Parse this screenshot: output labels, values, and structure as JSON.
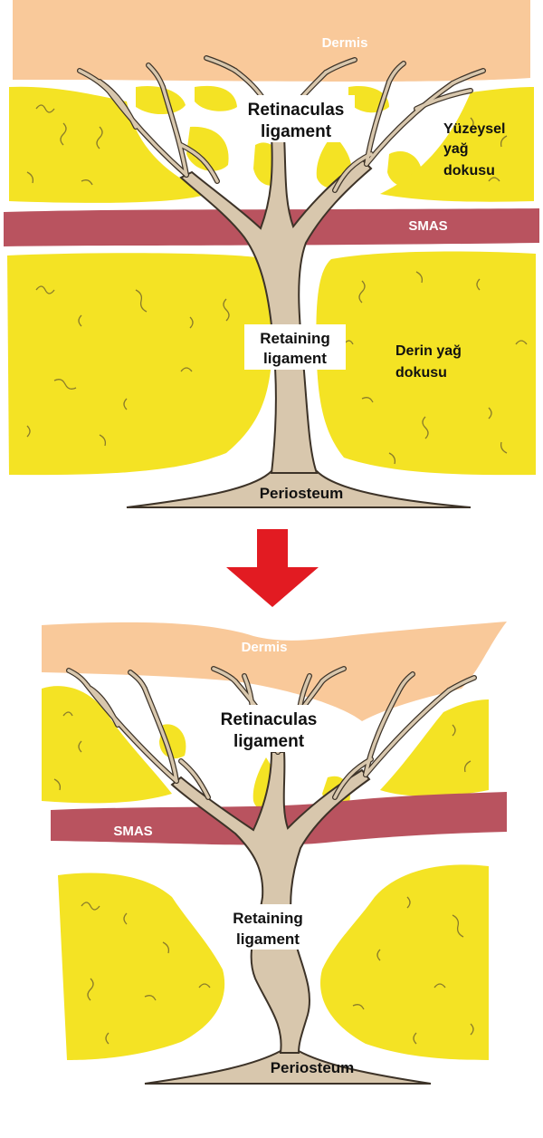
{
  "panels": {
    "before": {
      "dermis": "Dermis",
      "retinacula_l1": "Retinaculas",
      "retinacula_l2": "ligament",
      "superficial_fat_l1": "Yüzeysel",
      "superficial_fat_l2": "yağ",
      "superficial_fat_l3": "dokusu",
      "smas": "SMAS",
      "retaining_l1": "Retaining",
      "retaining_l2": "ligament",
      "deep_fat_l1": "Derin yağ",
      "deep_fat_l2": "dokusu",
      "periosteum": "Periosteum"
    },
    "after": {
      "dermis": "Dermis",
      "retinacula_l1": "Retinaculas",
      "retinacula_l2": "ligament",
      "smas": "SMAS",
      "retaining_l1": "Retaining",
      "retaining_l2": "ligament",
      "periosteum": "Periosteum"
    }
  },
  "colors": {
    "dermis": "#f9c99a",
    "fat": "#f4e324",
    "smas": "#b9535f",
    "ligament": "#d8c7ad",
    "ligament_outline": "#3d3328",
    "arrow": "#e21b22"
  }
}
